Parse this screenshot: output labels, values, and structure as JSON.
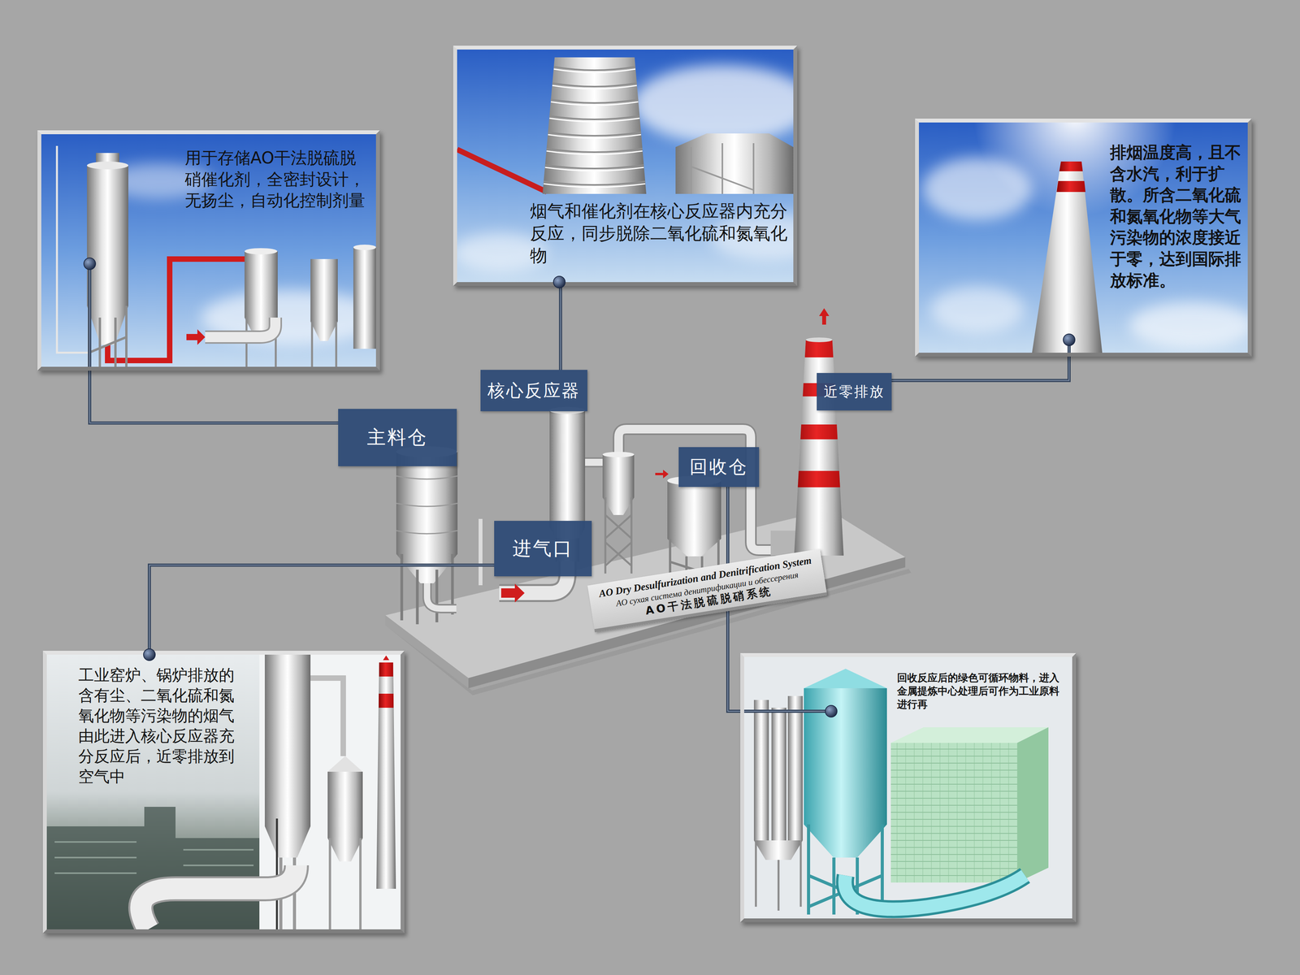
{
  "diagram": {
    "nodes": [
      {
        "text": [
          "用于存储AO干法脱硫脱硝催化剂，全密封设计，无扬尘，自动化控制剂量"
        ]
      },
      {
        "text": [
          "烟气和催化剂在核心反应器内充分反应，同步脱除二氧化硫和氮氧化物"
        ]
      },
      {
        "text": [
          "排烟温度高，且不含水汽，利于扩散。所含二氧化硫和氮氧化物等大气污染物的浓度接近于零，达到国际排放标准。"
        ]
      },
      {
        "text": [
          "核心反应器"
        ]
      },
      {
        "text": [
          "近零排放"
        ]
      },
      {
        "text": [
          "主料仓"
        ]
      },
      {
        "text": [
          "回收仓"
        ]
      },
      {
        "text": [
          "进气口"
        ]
      },
      {
        "text": [
          "AO Dry Desulfurization and Denitrification System",
          "AO сухая система денитрификации и обессерения",
          "AO干法脱硫脱硝系统"
        ]
      },
      {
        "text": [
          "工业窑炉、锅炉排放的含有尘、二氧化硫和氮氧化物等污染物的烟气由此进入核心反应器充分反应后，近零排放到空气中"
        ]
      },
      {
        "text": [
          "回收反应后的绿色可循环物料，进入金属提炼中心处理后可作为工业原料进行再"
        ]
      }
    ],
    "edges": [
      {
        "from": 5,
        "to": 0,
        "arrow": "none"
      },
      {
        "from": 3,
        "to": 1,
        "arrow": "none"
      },
      {
        "from": 4,
        "to": 2,
        "arrow": "none"
      },
      {
        "from": 7,
        "to": 9,
        "arrow": "none"
      },
      {
        "from": 6,
        "to": 10,
        "arrow": "none"
      }
    ]
  }
}
